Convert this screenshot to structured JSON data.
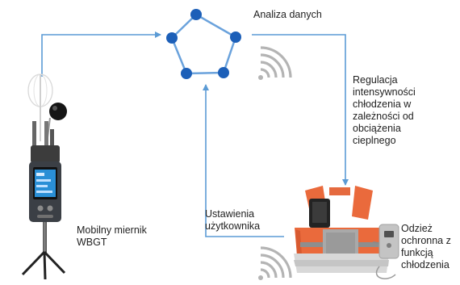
{
  "labels": {
    "analysis": "Analiza danych",
    "regulation": [
      "Regulacja",
      "intensywności",
      "chłodzenia w",
      "zależności od",
      "obciążenia",
      "cieplnego"
    ],
    "user_settings": [
      "Ustawienia",
      "użytkownika"
    ],
    "meter": [
      "Mobilny miernik",
      "WBGT"
    ],
    "garment": [
      "Odzież",
      "ochronna z",
      "funkcją",
      "chłodzenia"
    ]
  },
  "icons": {
    "network": "pentagon-network-icon",
    "wireless": "wireless-signal-icon",
    "meter": "wbgt-meter-device",
    "vest": "cooling-vest-image"
  },
  "colors": {
    "arrow": "#5b9bd5",
    "node": "#1c5fb8",
    "network_edge": "#6aa2dc",
    "signal": "#b4b4b4",
    "vest": "#ea6a3c",
    "vest_gray": "#9a9a9a"
  }
}
